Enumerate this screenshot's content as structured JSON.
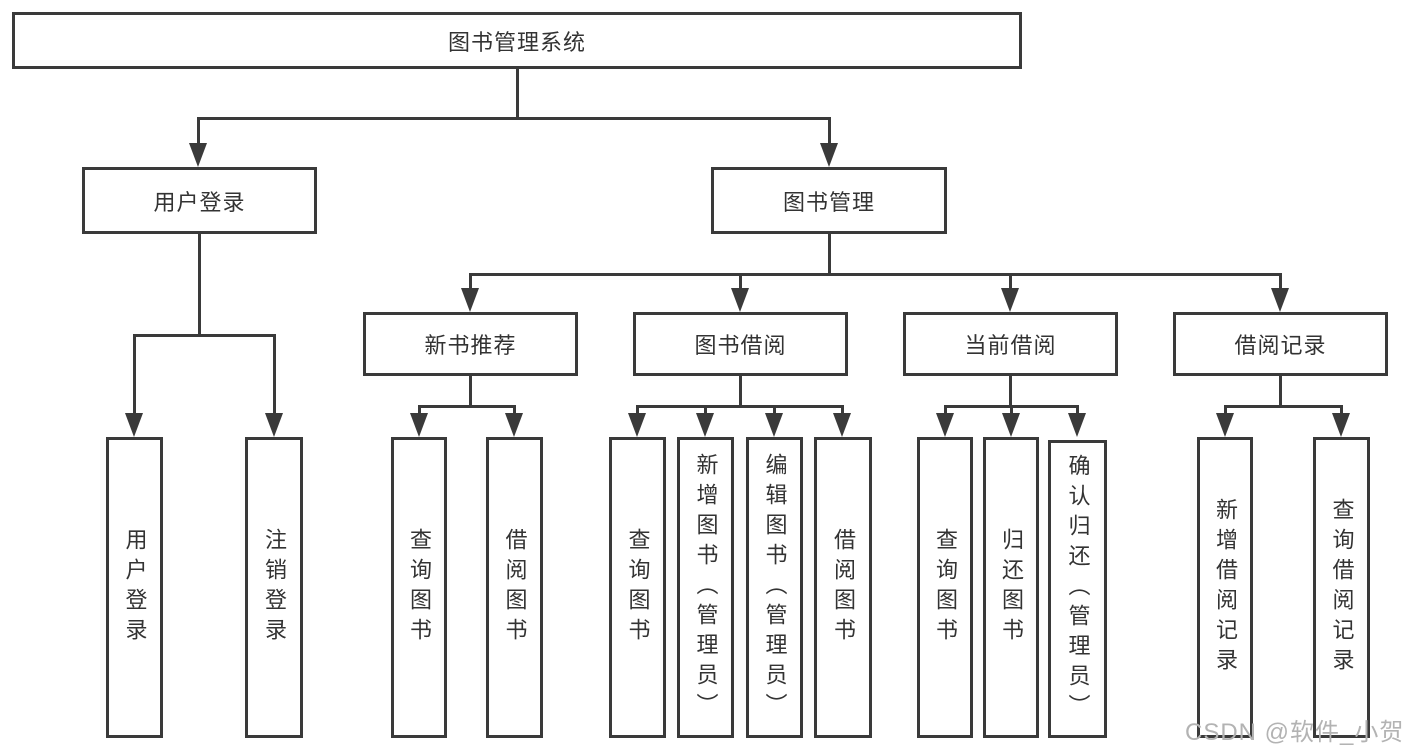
{
  "colors": {
    "line": "#3a3a3a",
    "text": "#333333",
    "watermark": "#b3b3b3",
    "background": "#ffffff"
  },
  "diagram": {
    "root": "图书管理系统",
    "user_login": "用户登录",
    "book_management": "图书管理",
    "new_book_recommend": "新书推荐",
    "book_borrow": "图书借阅",
    "current_borrow": "当前借阅",
    "borrow_records": "借阅记录",
    "leaves": {
      "user_login": "用户登录",
      "logout": "注销登录",
      "rec_query_books": "查询图书",
      "rec_borrow_books": "借阅图书",
      "bb_query_books": "查询图书",
      "bb_add_books": "新增图书（管理员）",
      "bb_edit_books": "编辑图书（管理员）",
      "bb_borrow_books": "借阅图书",
      "cb_query_books": "查询图书",
      "cb_return_books": "归还图书",
      "cb_confirm_return": "确认归还（管理员）",
      "br_add_record": "新增借阅记录",
      "br_query_record": "查询借阅记录"
    }
  },
  "watermark": "CSDN @软件_小贺同学"
}
